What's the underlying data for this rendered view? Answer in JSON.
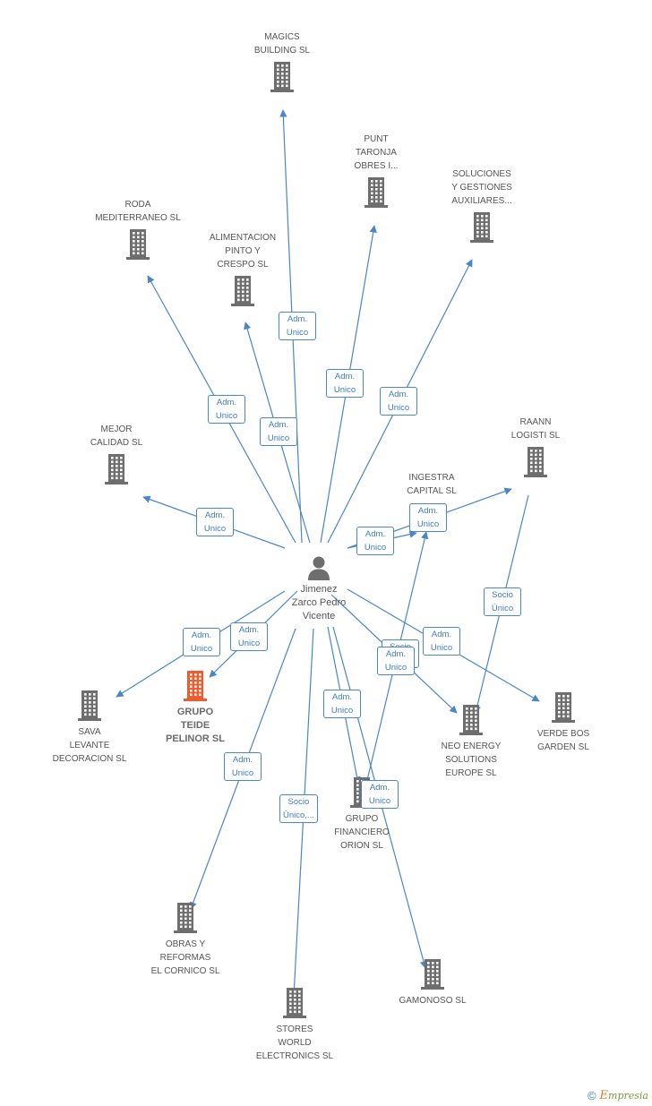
{
  "colors": {
    "edge": "#4a86c8",
    "building": "#6e6e6e",
    "highlight": "#f15a2b",
    "text": "#555555"
  },
  "center": {
    "name": "Jimenez\nZarco Pedro\nVicente",
    "icon": "person-icon"
  },
  "companies": [
    {
      "id": "magics",
      "name": "MAGICS\nBUILDING SL"
    },
    {
      "id": "punt",
      "name": "PUNT\nTARONJA\nOBRES I..."
    },
    {
      "id": "soluciones",
      "name": "SOLUCIONES\nY GESTIONES\nAUXILIARES..."
    },
    {
      "id": "roda",
      "name": "RODA\nMEDITERRANEO SL"
    },
    {
      "id": "alimentacion",
      "name": "ALIMENTACION\nPINTO Y\nCRESPO SL"
    },
    {
      "id": "mejor",
      "name": "MEJOR\nCALIDAD SL"
    },
    {
      "id": "raann",
      "name": "RAANN\nLOGISTI SL"
    },
    {
      "id": "ingestra",
      "name": "INGESTRA\nCAPITAL SL"
    },
    {
      "id": "sava",
      "name": "SAVA\nLEVANTE\nDECORACION SL"
    },
    {
      "id": "grupo_teide",
      "name": "GRUPO\nTEIDE\nPELINOR SL",
      "highlight": true
    },
    {
      "id": "neo",
      "name": "NEO ENERGY\nSOLUTIONS\nEUROPE  SL"
    },
    {
      "id": "verde",
      "name": "VERDE BOS\nGARDEN SL"
    },
    {
      "id": "financiero",
      "name": "GRUPO\nFINANCIERO\nORION SL"
    },
    {
      "id": "obras",
      "name": "OBRAS Y\nREFORMAS\nEL CORNICO SL"
    },
    {
      "id": "gamonoso",
      "name": "GAMONOSO SL"
    },
    {
      "id": "stores",
      "name": "STORES\nWORLD\nELECTRONICS SL"
    }
  ],
  "relations": [
    {
      "from": "center",
      "to": "magics",
      "label": "Adm.\nUnico"
    },
    {
      "from": "center",
      "to": "punt",
      "label": "Adm.\nUnico"
    },
    {
      "from": "center",
      "to": "soluciones",
      "label": "Adm.\nUnico"
    },
    {
      "from": "center",
      "to": "roda",
      "label": "Adm.\nUnico"
    },
    {
      "from": "center",
      "to": "alimentacion",
      "label": "Adm.\nUnico"
    },
    {
      "from": "center",
      "to": "mejor",
      "label": "Adm.\nUnico"
    },
    {
      "from": "center",
      "to": "raann",
      "label": "Adm.\nUnico"
    },
    {
      "from": "center",
      "to": "ingestra",
      "label": "Adm.\nUnico"
    },
    {
      "from": "center",
      "to": "sava",
      "label": "Adm.\nUnico"
    },
    {
      "from": "center",
      "to": "grupo_teide",
      "label": "Adm.\nUnico"
    },
    {
      "from": "center",
      "to": "neo",
      "label": "Socio\nÚnico"
    },
    {
      "from": "center",
      "to": "verde",
      "label": "Adm.\nUnico"
    },
    {
      "from": "center",
      "to": "financiero",
      "label": "Adm.\nUnico"
    },
    {
      "from": "center",
      "to": "obras",
      "label": "Adm.\nUnico"
    },
    {
      "from": "center",
      "to": "gamonoso",
      "label": "Adm.\nUnico"
    },
    {
      "from": "center",
      "to": "stores",
      "label": "Socio\nÚnico,..."
    },
    {
      "from": "raann",
      "to": "neo",
      "label": "Socio\nÚnico"
    },
    {
      "from": "financiero",
      "to": "ingestra",
      "label": "Adm.\nUnico"
    }
  ],
  "footer": {
    "copyright": "©",
    "brand_e": "E",
    "brand_rest": "mpresia"
  }
}
